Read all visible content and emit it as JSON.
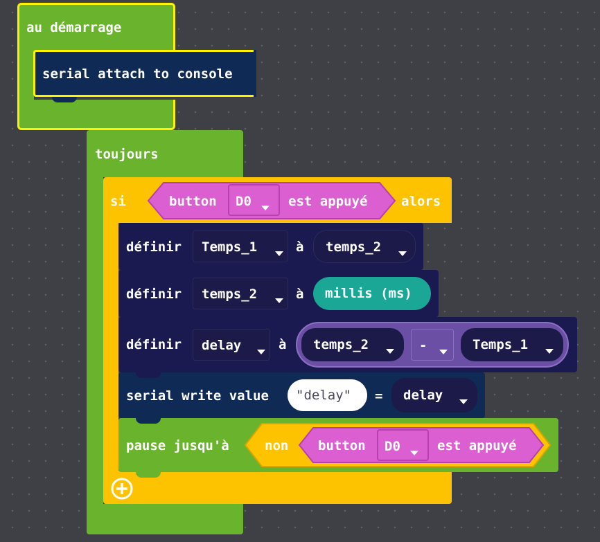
{
  "start_block": {
    "label": "au démarrage",
    "inner": "serial attach to console"
  },
  "forever_block": {
    "label": "toujours",
    "if_block": {
      "si": "si",
      "alors": "alors",
      "condition": {
        "button": "button",
        "pin": "D0",
        "est_appuye": "est appuyé"
      }
    },
    "set1": {
      "definir": "définir",
      "var": "Temps_1",
      "a": "à",
      "value": "temps_2"
    },
    "set2": {
      "definir": "définir",
      "var": "temps_2",
      "a": "à",
      "value": "millis (ms)"
    },
    "set3": {
      "definir": "définir",
      "var": "delay",
      "a": "à",
      "left": "temps_2",
      "op": "-",
      "right": "Temps_1"
    },
    "serial_write": {
      "label": "serial write value",
      "name": "\"delay\"",
      "eq": "=",
      "value": "delay"
    },
    "pause": {
      "label": "pause jusqu'à",
      "non": "non",
      "button": "button",
      "pin": "D0",
      "est_appuye": "est appuyé"
    }
  },
  "colors": {
    "green": "#6ab42d",
    "yellow": "#fec300",
    "navy": "#1a1a50",
    "pink": "#dc5fd2",
    "teal": "#1aa796",
    "purple": "#6b4fa5"
  }
}
